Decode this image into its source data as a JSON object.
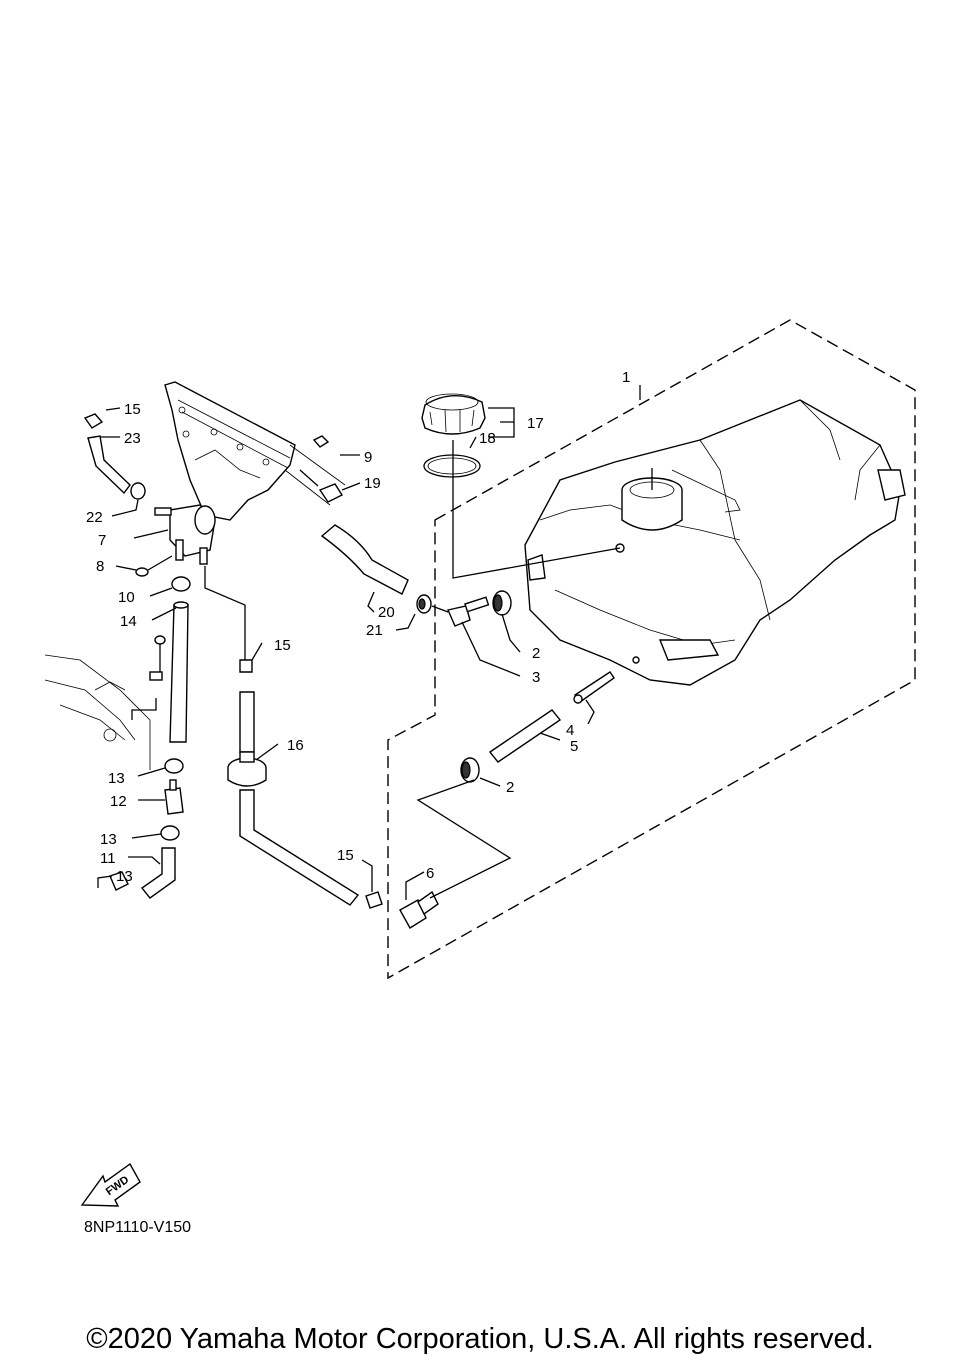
{
  "diagram": {
    "code": "8NP1110-V150",
    "fwd_label": "FWD",
    "copyright": "©2020 Yamaha Motor Corporation, U.S.A. All rights reserved."
  },
  "callouts": {
    "c1": "1",
    "c2a": "2",
    "c2b": "2",
    "c3": "3",
    "c4": "4",
    "c5": "5",
    "c6": "6",
    "c7": "7",
    "c8": "8",
    "c9": "9",
    "c10": "10",
    "c11": "11",
    "c12": "12",
    "c13a": "13",
    "c13b": "13",
    "c13c": "13",
    "c14": "14",
    "c15a": "15",
    "c15b": "15",
    "c15c": "15",
    "c16": "16",
    "c17": "17",
    "c18": "18",
    "c19": "19",
    "c20": "20",
    "c21": "21",
    "c22": "22",
    "c23": "23"
  }
}
